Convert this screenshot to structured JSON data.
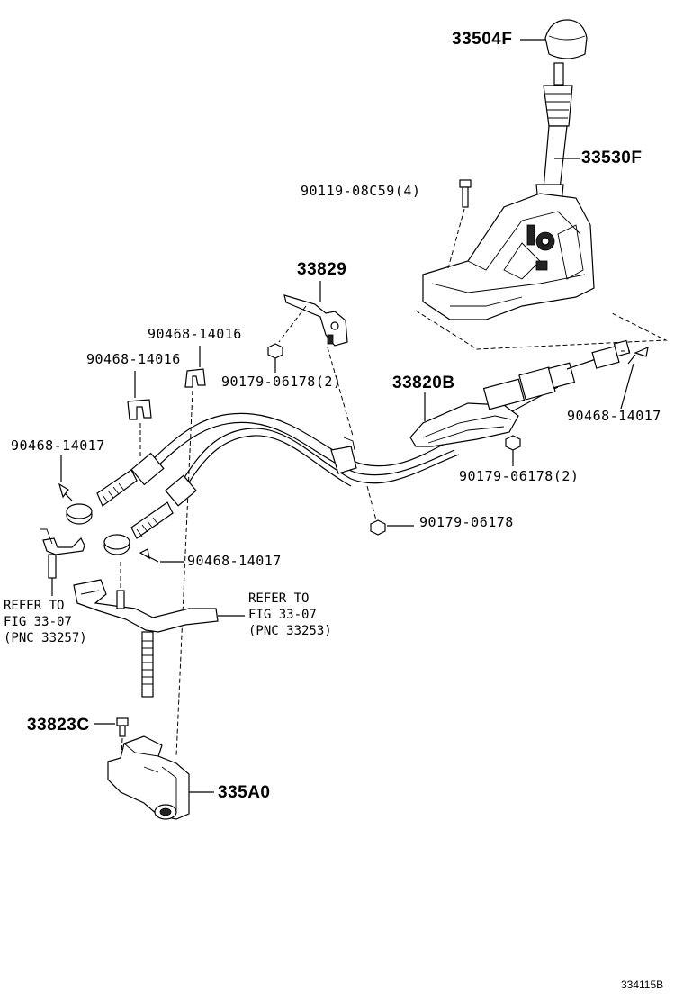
{
  "labels": {
    "knob": "33504F",
    "lever": "33530F",
    "bolt_4": "90119-08C59(4)",
    "bracket_33829": "33829",
    "clip_upper": "90468-14016",
    "clip_left": "90468-14016",
    "nut_bracket": "90179-06178(2)",
    "cable": "33820B",
    "pin_right": "90468-14017",
    "nut_cable": "90179-06178(2)",
    "pin_left": "90468-14017",
    "nut_lower": "90179-06178",
    "pin_lower": "90468-14017",
    "refer_left": "REFER TO\nFIG 33-07\n(PNC 33257)",
    "refer_right": "REFER TO\nFIG 33-07\n(PNC 33253)",
    "bolt_33823": "33823C",
    "bracket_335": "335A0"
  },
  "figure_id": "334115B"
}
